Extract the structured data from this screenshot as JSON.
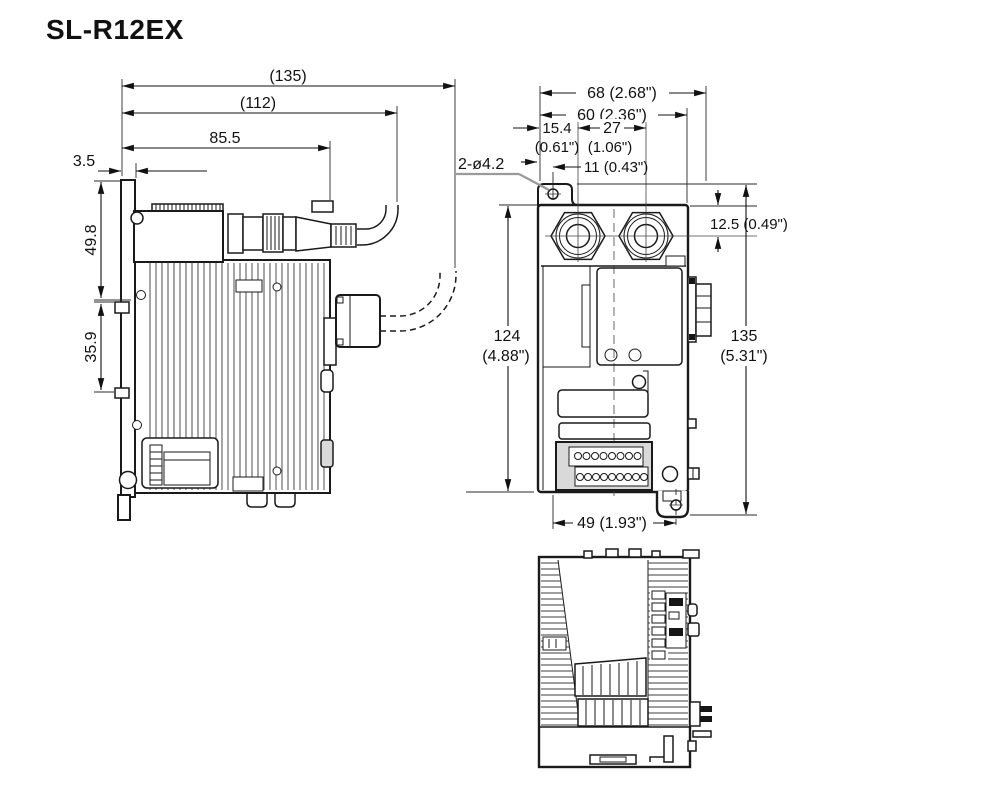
{
  "title": "SL-R12EX",
  "colors": {
    "line": "#1a1a1a",
    "background": "#ffffff"
  },
  "side_view": {
    "dim_overall_depth": "(135)",
    "dim_body_with_cable": "(112)",
    "dim_body_depth": "85.5",
    "dim_flange_thickness": "3.5",
    "dim_upper_height": "49.8",
    "dim_bracket_height": "35.9"
  },
  "front_view": {
    "dim_overall_width": "68 (2.68\")",
    "dim_body_width": "60 (2.36\")",
    "dim_edge_to_connector_mm": "15.4",
    "dim_edge_to_connector_in": "(0.61\")",
    "dim_connector_pitch_mm": "27",
    "dim_connector_pitch_in": "(1.06\")",
    "dim_hole_to_connector": "11 (0.43\")",
    "mounting_holes_label": "2-ø4.2",
    "dim_top_to_connector_center": "12.5 (0.49\")",
    "dim_body_height_mm": "124",
    "dim_body_height_in": "(4.88\")",
    "dim_overall_height_mm": "135",
    "dim_overall_height_in": "(5.31\")",
    "dim_hole_offset": "49 (1.93\")"
  }
}
